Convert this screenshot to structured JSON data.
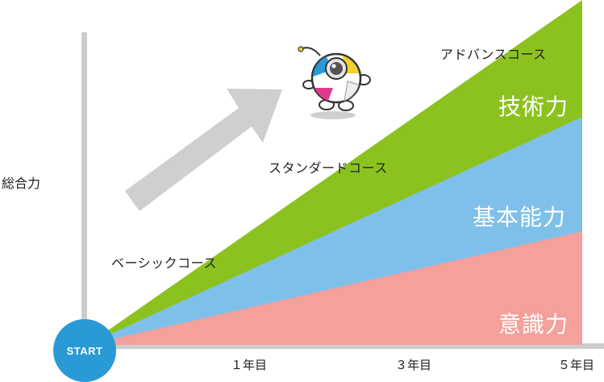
{
  "y_axis_label": "総合力",
  "start_label": "START",
  "x_ticks": [
    "１年目",
    "３年目",
    "５年目"
  ],
  "courses": {
    "basic": "ベーシックコース",
    "standard": "スタンダードコース",
    "advanced": "アドバンスコース"
  },
  "bands": [
    {
      "label": "技術力",
      "color": "#8cc21f"
    },
    {
      "label": "基本能力",
      "color": "#7fc0ea"
    },
    {
      "label": "意識力",
      "color": "#f4a09b"
    }
  ],
  "colors": {
    "axis": "#cccccc",
    "arrow": "#cfcfcf",
    "start": "#2a9ad6"
  },
  "mascot": {
    "icon": "round-robot-mascot-icon"
  }
}
